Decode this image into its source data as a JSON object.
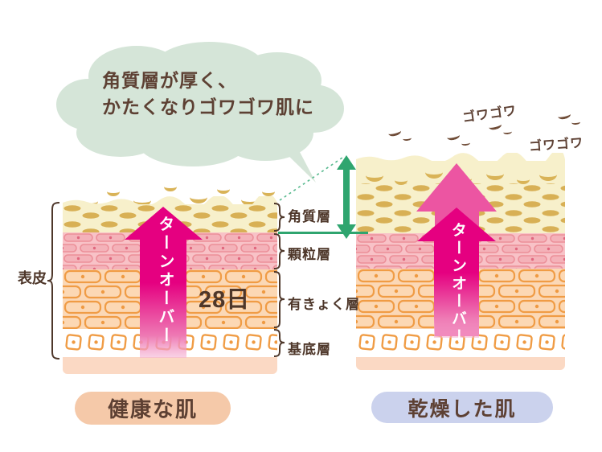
{
  "bubble": {
    "line1": "角質層が厚く、",
    "line2": "かたくなりゴワゴワ肌に"
  },
  "layer_labels": {
    "epidermis": "表皮",
    "stratum_corneum": "角質層",
    "granular": "顆粒層",
    "spinous": "有きょく層",
    "basal": "基底層"
  },
  "turnover": {
    "left_arrow_label": "ターンオーバー",
    "right_arrow_label": "ターンオーバー",
    "days": "28日"
  },
  "gowagowa": {
    "first": "ゴワゴワ",
    "second": "ゴワゴワ"
  },
  "captions": {
    "healthy": "健康な肌",
    "dry": "乾燥した肌"
  },
  "colors": {
    "bubble_green": "#d5e5d8",
    "measure_green": "#2fa56f",
    "dashed_green": "#57b98e",
    "arrow_magenta": "#e50080",
    "arrow_back_pink": "#ec55a2",
    "stratum_cream": "#f7f0cb",
    "lens_gold": "#d8b055",
    "granular_pink": "#f8c2c7",
    "spinous_orange": "#fbd8b6",
    "dermis_peach": "#fbd9c4",
    "cell_outline_orange": "#f09c45",
    "healthy_pill": "#f5c9a9",
    "dry_pill": "#cbd2ed",
    "text_brown": "#5d4033"
  }
}
